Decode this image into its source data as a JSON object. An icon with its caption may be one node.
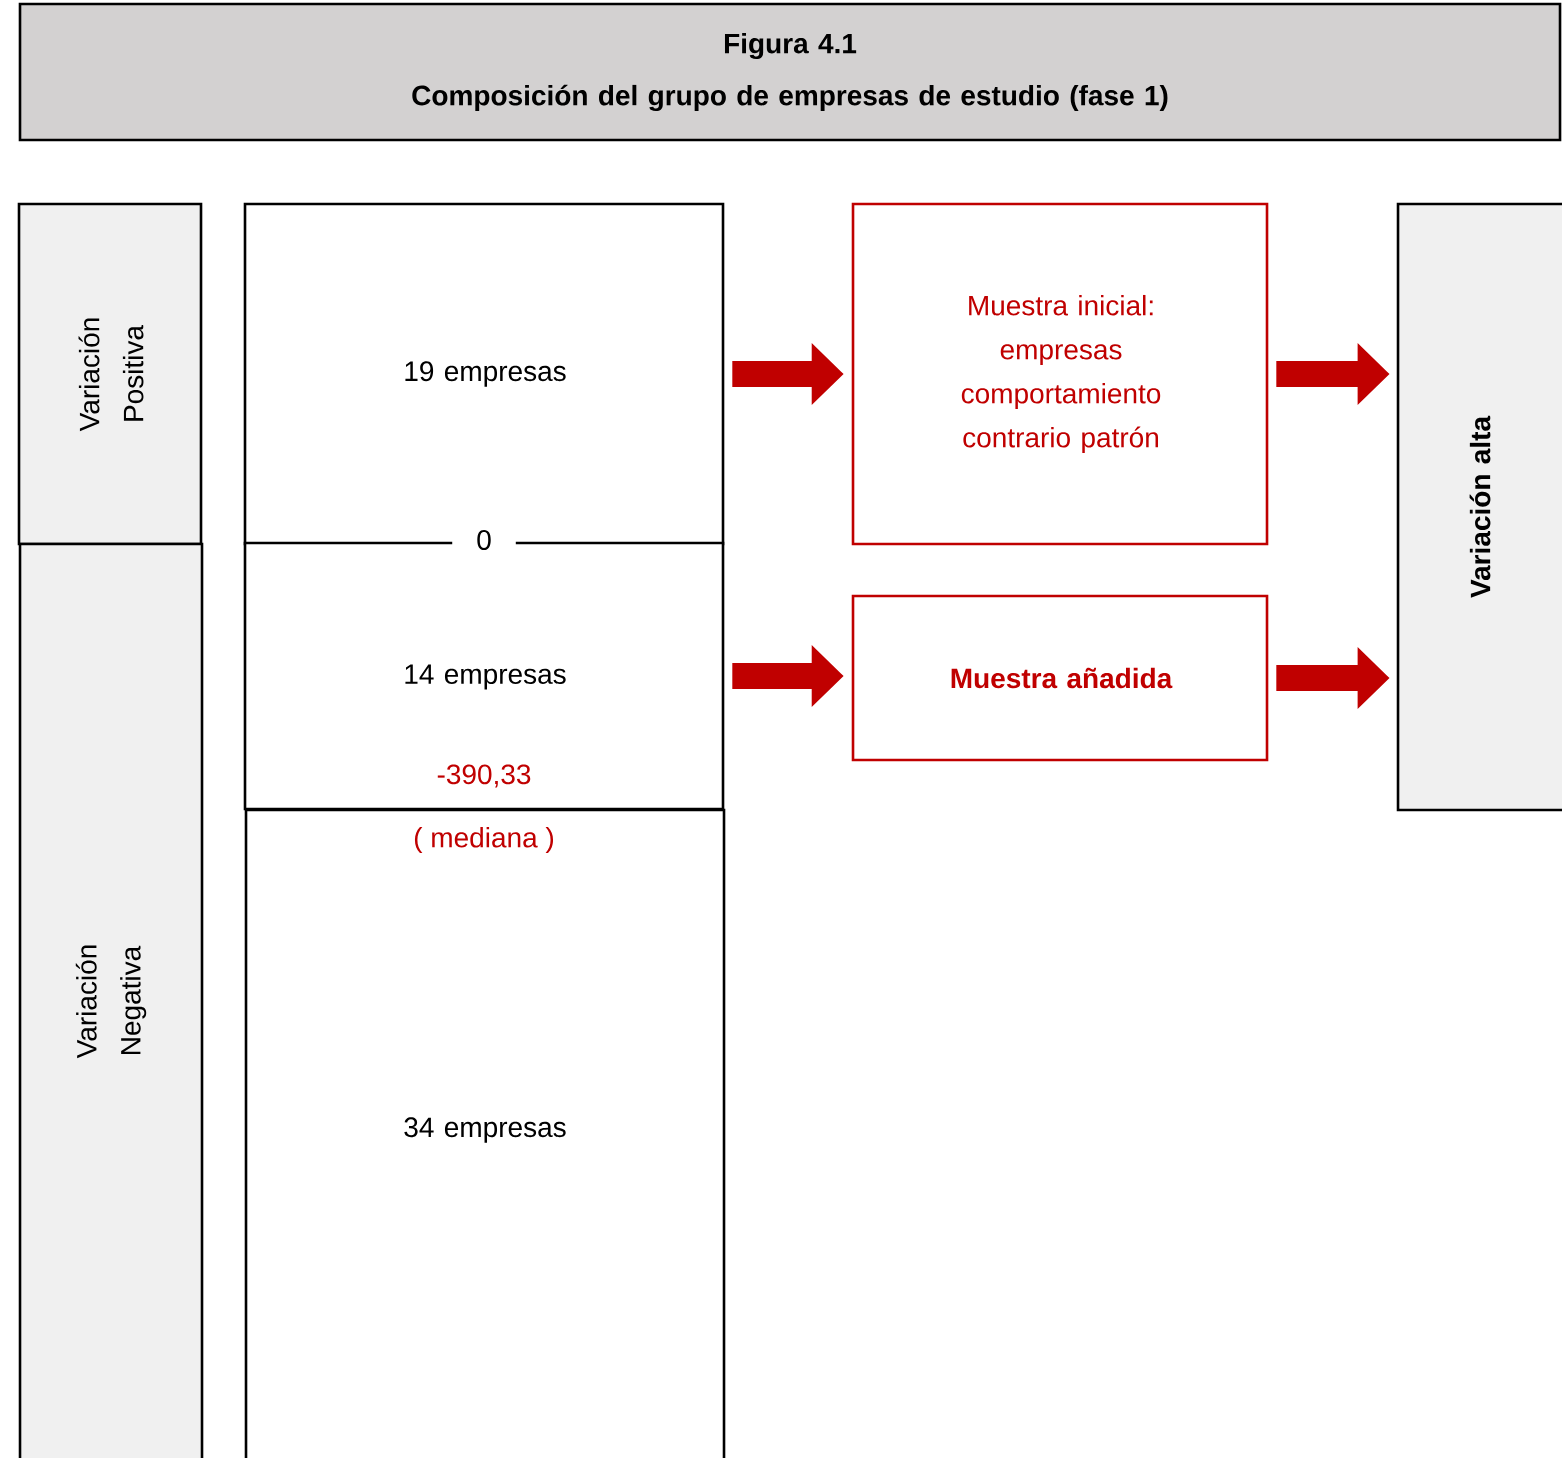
{
  "diagram": {
    "nodes": [
      {
        "text": [
          "Figura 4.1",
          "Composición del grupo de empresas de estudio  (fase 1)"
        ]
      },
      {
        "text": [
          "Variación Positiva"
        ]
      },
      {
        "text": [
          "Variación Negativa"
        ]
      },
      {
        "text": [
          "19 empresas"
        ]
      },
      {
        "text": [
          "14 empresas"
        ]
      },
      {
        "text": [
          "34 empresas"
        ]
      },
      {
        "text": [
          "Muestra inicial: empresas comportamiento contrario patrón"
        ]
      },
      {
        "text": [
          "Muestra añadida"
        ]
      },
      {
        "text": [
          "Variación alta"
        ]
      }
    ],
    "edges": [
      {
        "from": 3,
        "to": 6,
        "arrow": "to"
      },
      {
        "from": 4,
        "to": 7,
        "arrow": "to"
      },
      {
        "from": 6,
        "to": 8,
        "arrow": "to"
      },
      {
        "from": 7,
        "to": 8,
        "arrow": "to"
      }
    ],
    "labels": [
      "0",
      "-390,33",
      "( mediana )"
    ]
  }
}
